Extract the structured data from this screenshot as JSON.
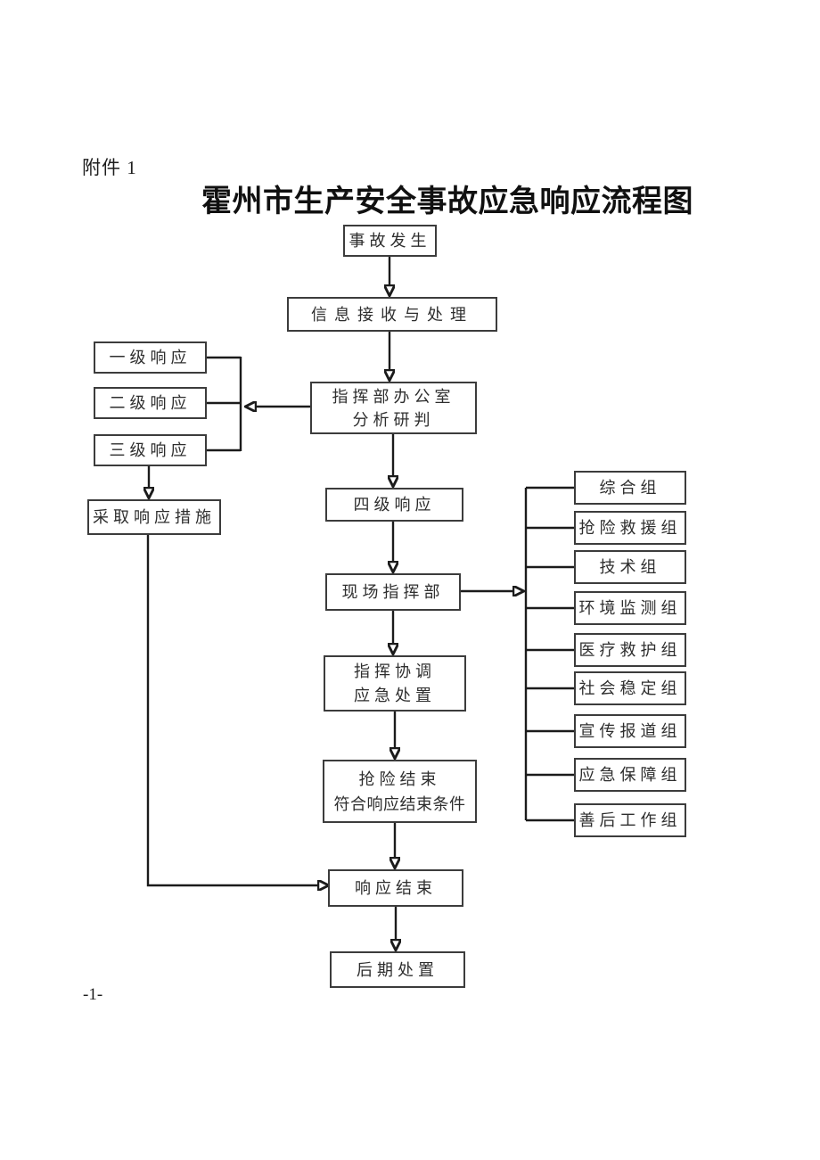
{
  "page": {
    "attachment_label": "附件 1",
    "title": "霍州市生产安全事故应急响应流程图",
    "page_number": "-1-",
    "line_color": "#1b1b1b",
    "box_border_color": "#3c3c3c"
  },
  "flow": {
    "accident": "事故发生",
    "info_processing": "信息接收与处理",
    "command_office_line1": "指挥部办公室",
    "command_office_line2": "分析研判",
    "level1": "一级响应",
    "level2": "二级响应",
    "level3": "三级响应",
    "measures": "采取响应措施",
    "level4": "四级响应",
    "onsite_hq": "现场指挥部",
    "coordinate_line1": "指挥协调",
    "coordinate_line2": "应急处置",
    "rescue_end_line1": "抢险结束",
    "rescue_end_line2": "符合响应结束条件",
    "response_end": "响应结束",
    "post_disposal": "后期处置"
  },
  "teams": [
    {
      "label": "综合组"
    },
    {
      "label": "抢险救援组"
    },
    {
      "label": "技术组"
    },
    {
      "label": "环境监测组"
    },
    {
      "label": "医疗救护组"
    },
    {
      "label": "社会稳定组"
    },
    {
      "label": "宣传报道组"
    },
    {
      "label": "应急保障组"
    },
    {
      "label": "善后工作组"
    }
  ]
}
